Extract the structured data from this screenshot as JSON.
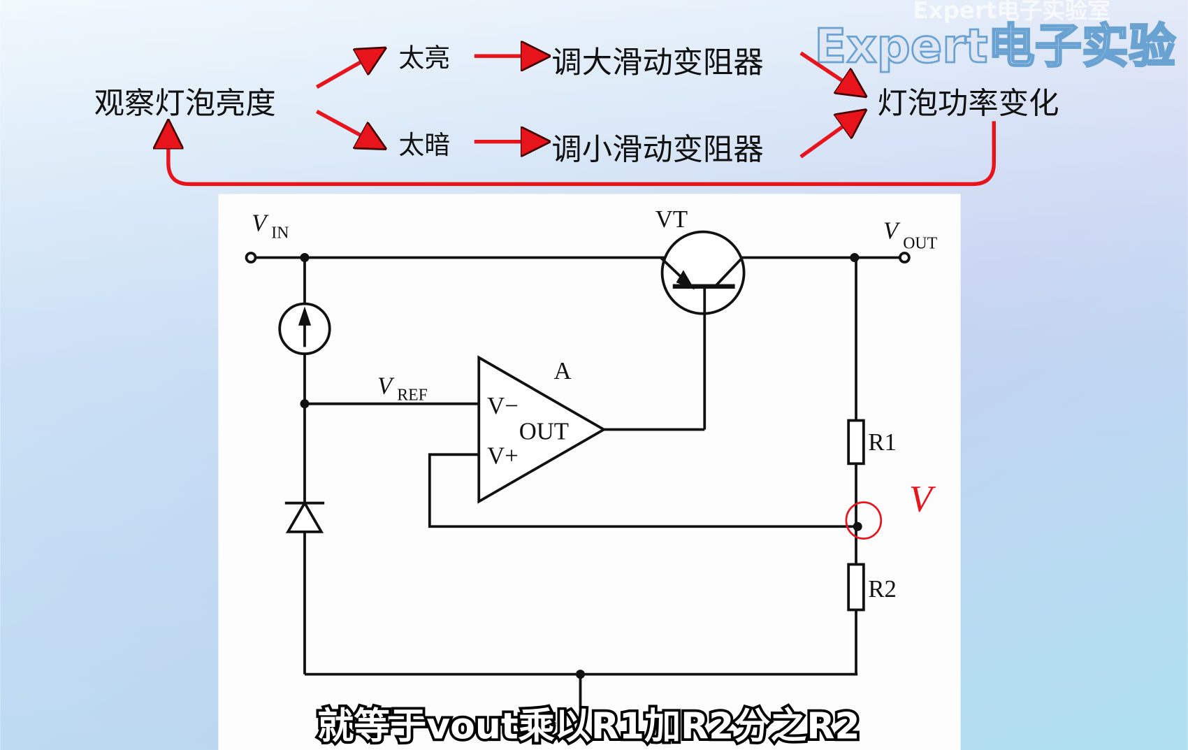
{
  "watermark": {
    "text": "Expert电子实验",
    "overlay_text": "Expert电子实验室"
  },
  "flow": {
    "start": "观察灯泡亮度",
    "too_bright": "太亮",
    "too_dark": "太暗",
    "increase_action": "调大滑动变阻器",
    "decrease_action": "调小滑动变阻器",
    "result": "灯泡功率变化",
    "arrow_color": "#e8141c"
  },
  "circuit": {
    "vin_label": "V",
    "vin_sub": "IN",
    "vout_label": "V",
    "vout_sub": "OUT",
    "vref_label": "V",
    "vref_sub": "REF",
    "transistor_label": "VT",
    "opamp_label": "A",
    "opamp_inverting": "V−",
    "opamp_noninverting": "V+",
    "opamp_output": "OUT",
    "r1_label": "R1",
    "r2_label": "R2",
    "annotation": "V",
    "annotation_color": "#e8141c"
  },
  "subtitle": "就等于vout乘以R1加R2分之R2"
}
